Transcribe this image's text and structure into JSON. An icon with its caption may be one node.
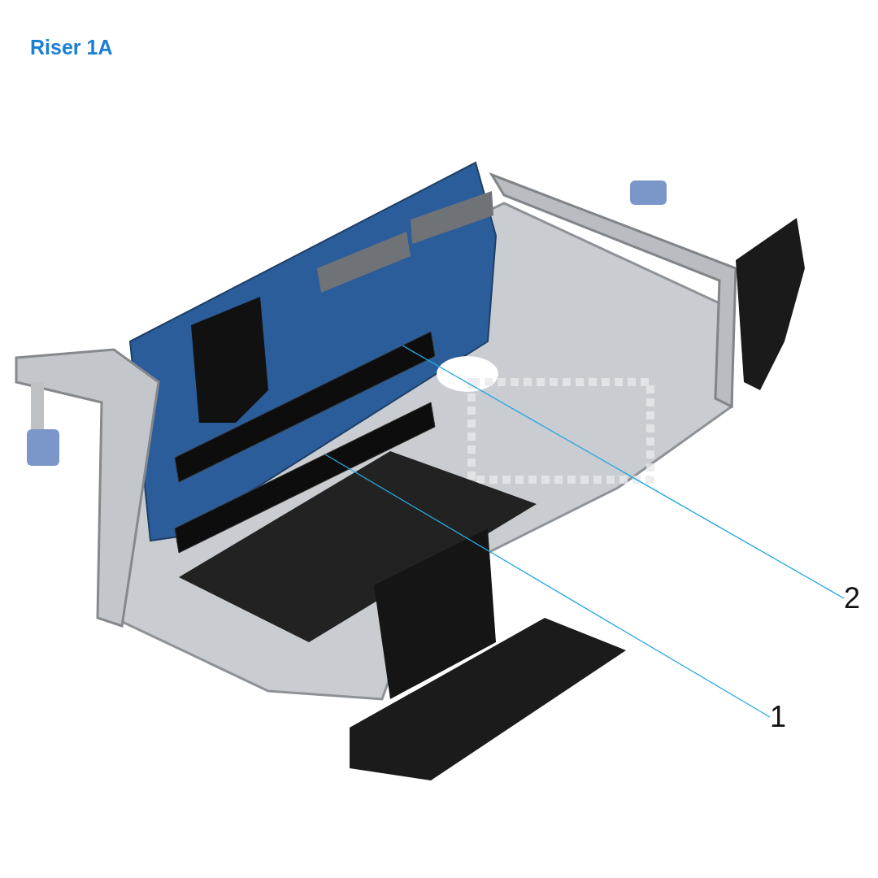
{
  "diagram": {
    "title": "Riser 1A",
    "nodes": [
      {
        "text": [
          "1"
        ]
      },
      {
        "text": [
          "2"
        ]
      },
      {
        "text": [],
        "shape": "bar"
      },
      {
        "text": [],
        "shape": "bar"
      }
    ],
    "edges": [
      {
        "from": 0,
        "to": 2,
        "arrow": "none"
      },
      {
        "from": 1,
        "to": 3,
        "arrow": "none"
      }
    ]
  }
}
